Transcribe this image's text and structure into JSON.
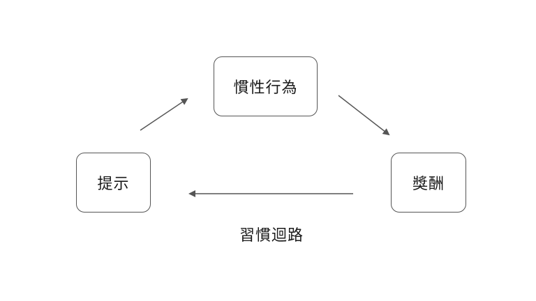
{
  "diagram": {
    "nodes": {
      "behavior": "慣性行為",
      "reward": "獎酬",
      "cue": "提示"
    },
    "caption": "習慣迴路",
    "edges": [
      {
        "from": "cue",
        "to": "behavior"
      },
      {
        "from": "behavior",
        "to": "reward"
      },
      {
        "from": "reward",
        "to": "cue"
      }
    ],
    "colors": {
      "stroke": "#555555",
      "text": "#1a1a1a"
    }
  }
}
